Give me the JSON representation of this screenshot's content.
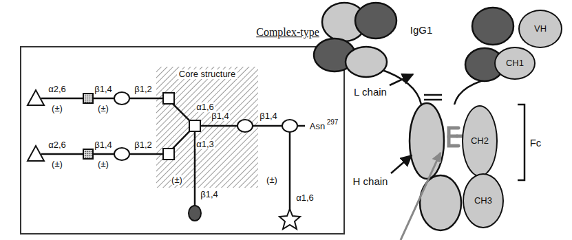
{
  "diagram": {
    "title": "Complex-type",
    "nodes": [
      {
        "text": [
          "Core structure"
        ]
      },
      {
        "text": [
          "VH"
        ]
      },
      {
        "text": [
          "CH1"
        ]
      },
      {
        "text": [
          "CH2"
        ]
      },
      {
        "text": [
          "CH3"
        ]
      }
    ],
    "labels": [
      "α2,6",
      "β1,4",
      "β1,2",
      "(±)",
      "(±)",
      "α2,6",
      "β1,4",
      "β1,2",
      "(±)",
      "(±)",
      "α1,6",
      "α1,3",
      "β1,4",
      "β1,4",
      "Asn",
      "297",
      "(±)",
      "β1,4",
      "(±)",
      "α1,6",
      "IgG1",
      "L chain",
      "H chain",
      "Fc"
    ]
  }
}
